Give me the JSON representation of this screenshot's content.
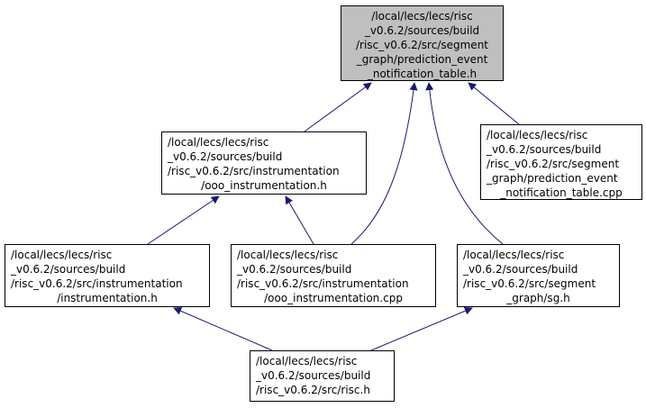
{
  "colors": {
    "edge": "#191970",
    "focus_fill": "#bfbfbf",
    "node_fill": "#ffffff",
    "border": "#000000"
  },
  "nodes": {
    "focus": {
      "lines": [
        "/local/lecs/lecs/risc",
        "_v0.6.2/sources/build",
        "/risc_v0.6.2/src/segment",
        "_graph/prediction_event",
        "_notification_table.h"
      ]
    },
    "ooo_h": {
      "lines": [
        "/local/lecs/lecs/risc",
        "_v0.6.2/sources/build",
        "/risc_v0.6.2/src/instrumentation",
        "/ooo_instrumentation.h"
      ]
    },
    "pred_cpp": {
      "lines": [
        "/local/lecs/lecs/risc",
        "_v0.6.2/sources/build",
        "/risc_v0.6.2/src/segment",
        "_graph/prediction_event",
        "_notification_table.cpp"
      ]
    },
    "instr_h": {
      "lines": [
        "/local/lecs/lecs/risc",
        "_v0.6.2/sources/build",
        "/risc_v0.6.2/src/instrumentation",
        "/instrumentation.h"
      ]
    },
    "ooo_cpp": {
      "lines": [
        "/local/lecs/lecs/risc",
        "_v0.6.2/sources/build",
        "/risc_v0.6.2/src/instrumentation",
        "/ooo_instrumentation.cpp"
      ]
    },
    "sg_h": {
      "lines": [
        "/local/lecs/lecs/risc",
        "_v0.6.2/sources/build",
        "/risc_v0.6.2/src/segment",
        "_graph/sg.h"
      ]
    },
    "risc_h": {
      "lines": [
        "/local/lecs/lecs/risc",
        "_v0.6.2/sources/build",
        "/risc_v0.6.2/src/risc.h"
      ]
    }
  }
}
